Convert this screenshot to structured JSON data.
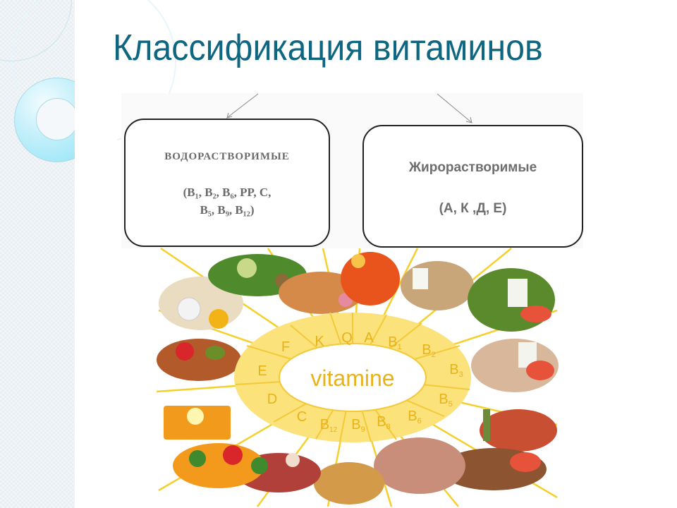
{
  "slide": {
    "title": "Классификация витаминов"
  },
  "classification": {
    "water_soluble": {
      "title": "ВОДОРАСТВОРИМЫЕ",
      "line1_prefix": "(",
      "items": [
        "B1",
        "B2",
        "B6",
        "PP",
        "C",
        "B5",
        "B9",
        "B12"
      ],
      "line1": "(B₁, B₂, B₆, PP, C,",
      "line2": "B₅, B₉, B₁₂)"
    },
    "fat_soluble": {
      "title": "Жирорастворимые",
      "items": [
        "А",
        "К",
        "Д",
        "Е"
      ],
      "list": "(А, К ,Д, Е)"
    }
  },
  "wheel": {
    "center_label": "vitamine",
    "segments": [
      "F",
      "K",
      "Q",
      "A",
      "B1",
      "B2",
      "B3",
      "B5",
      "B6",
      "B8",
      "B9",
      "B12",
      "C",
      "D",
      "E"
    ],
    "colors": {
      "ring": "#fbe27a",
      "rays": "#f5cf2a",
      "text": "#e8b21a"
    }
  },
  "colors": {
    "title": "#0e6681",
    "box_border": "#222222",
    "box_text": "#6a6a6a"
  }
}
